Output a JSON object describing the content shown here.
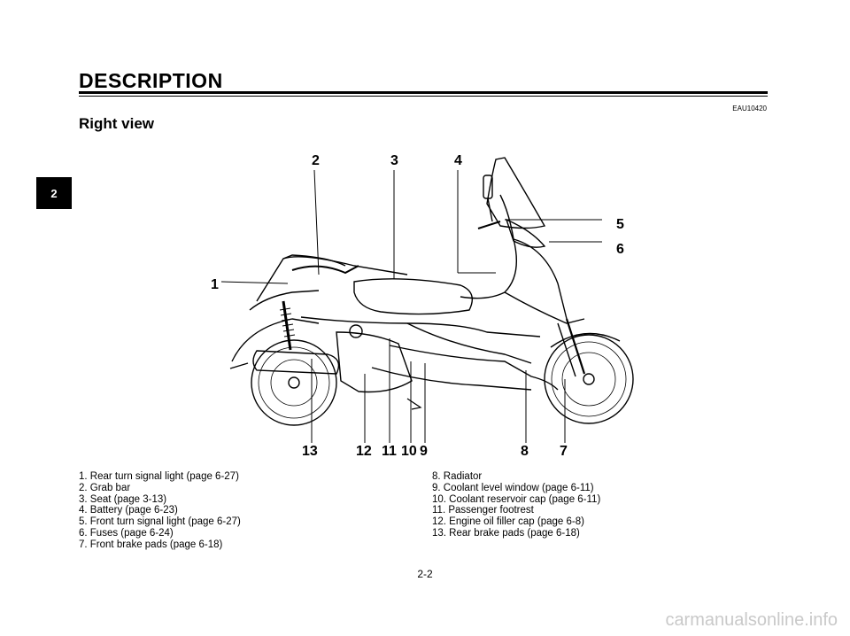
{
  "header": {
    "title": "DESCRIPTION",
    "code": "EAU10420",
    "subtitle": "Right view"
  },
  "chapter_tab": "2",
  "callouts": [
    "1",
    "2",
    "3",
    "4",
    "5",
    "6",
    "7",
    "8",
    "9",
    "10",
    "11",
    "12",
    "13"
  ],
  "legend_left": [
    "1. Rear turn signal light (page 6-27)",
    "2. Grab bar",
    "3. Seat (page 3-13)",
    "4. Battery (page 6-23)",
    "5. Front turn signal light (page 6-27)",
    "6. Fuses (page 6-24)",
    "7. Front brake pads (page 6-18)"
  ],
  "legend_right": [
    "8. Radiator",
    "9. Coolant level window (page 6-11)",
    "10. Coolant reservoir cap (page 6-11)",
    "11. Passenger footrest",
    "12. Engine oil filler cap (page 6-8)",
    "13. Rear brake pads (page 6-18)"
  ],
  "page_number": "2-2",
  "watermark": "carmanualsonline.info"
}
